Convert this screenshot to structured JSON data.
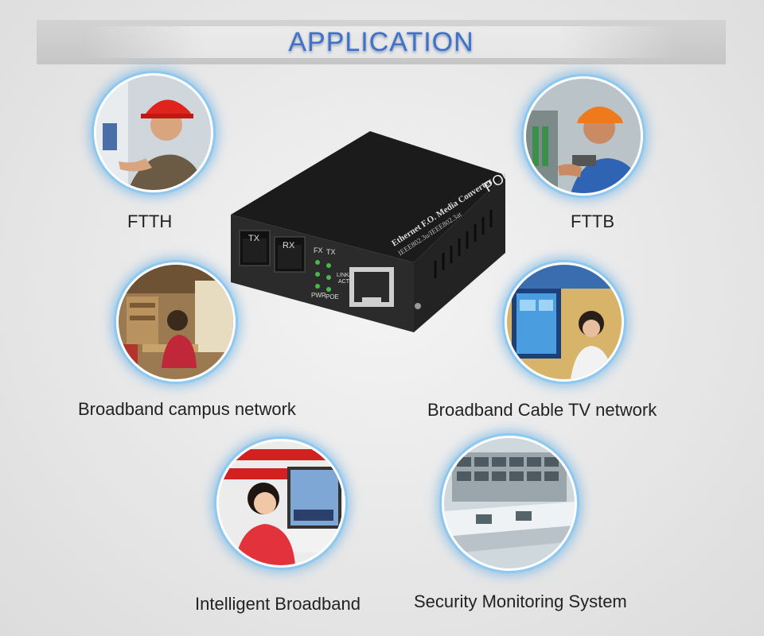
{
  "header": {
    "title": "APPLICATION"
  },
  "items": [
    {
      "label": "FTTH"
    },
    {
      "label": "FTTB"
    },
    {
      "label": "Broadband campus network"
    },
    {
      "label": "Broadband Cable TV network"
    },
    {
      "label": "Intelligent Broadband"
    },
    {
      "label": "Security Monitoring System"
    }
  ],
  "device": {
    "top_text": "Ethernet F.O. Media Converter",
    "standard_text": "IEEE802.3u/IEEE802.3at",
    "brand_text": "POE+",
    "port_tx": "TX",
    "port_rx": "RX",
    "led_fx": "FX",
    "led_tx": "TX",
    "led_link": "LINK/",
    "led_act": "ACT",
    "led_pwr": "PWR",
    "led_poe": "POE"
  },
  "colors": {
    "title": "#3f72c7",
    "glow": "#8cc8f0"
  }
}
